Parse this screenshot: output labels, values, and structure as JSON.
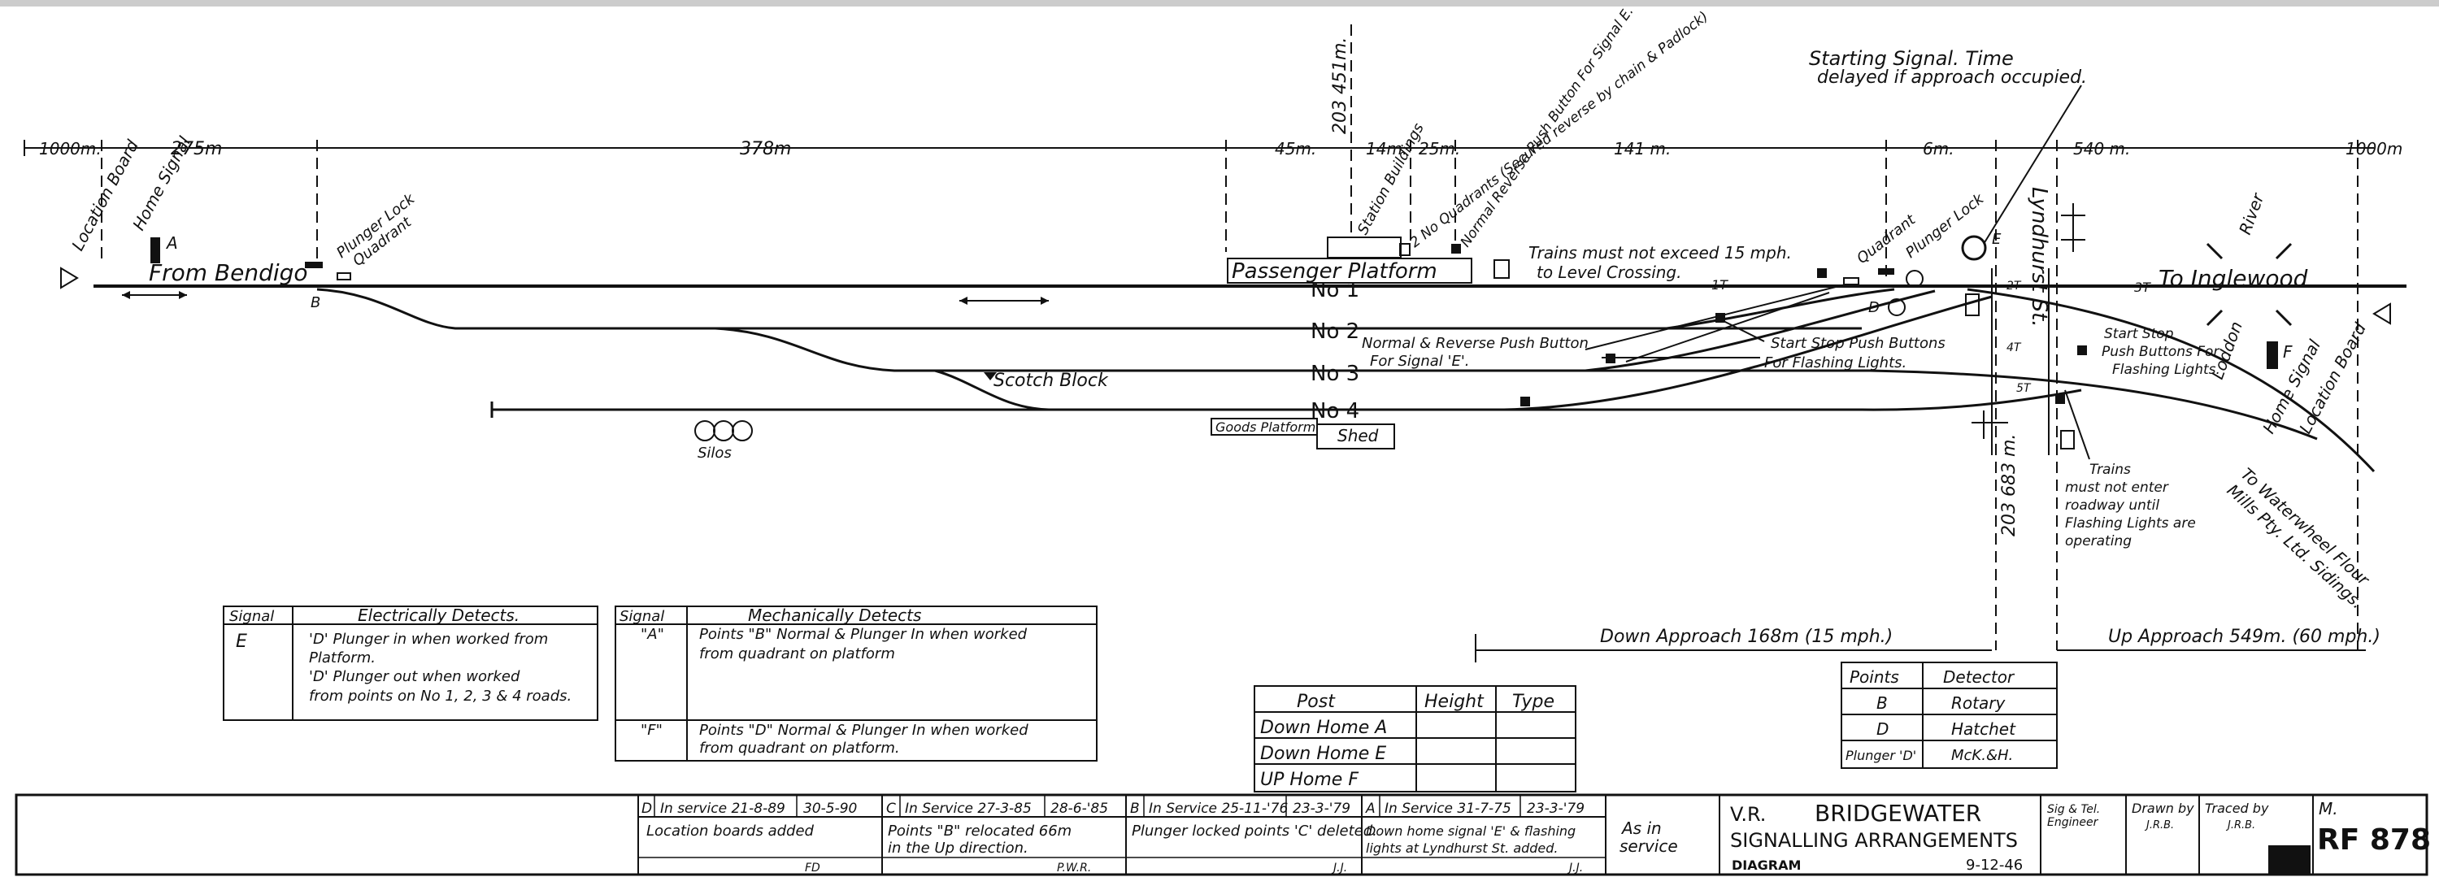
{
  "dims": {
    "d1000a": "1000m.",
    "d275": "275m",
    "d378": "378m",
    "d45": "45m.",
    "d14": "14m.",
    "d25": "25m.",
    "d141": "141 m.",
    "d6": "6m.",
    "d540": "540 m.",
    "d1000b": "1000m",
    "d203451": "203 451m.",
    "d203683": "203 683 m."
  },
  "labels": {
    "location_board_left": "Location Board",
    "home_signal_left": "Home Signal",
    "sig_a": "A",
    "from_bendigo": "From Bendigo",
    "plunger_lock_left": "Plunger Lock",
    "quadrant_left": "Quadrant",
    "points_b": "B",
    "station_buildings": "Station Buildings",
    "quadrants_note": "2 No Quadrants (Secured reverse by chain & Padlock)",
    "push_button_note": "Normal Reverse Push Button For Signal E.",
    "trains_15mph": "Trains must not exceed 15 mph. to Level Crossing.",
    "passenger_platform": "Passenger Platform",
    "road1": "No 1",
    "road2": "No 2",
    "road3": "No 3",
    "road4": "No 4",
    "scotch_block": "Scotch Block",
    "silos": "Silos",
    "goods_platform": "Goods Platform",
    "shed": "Shed",
    "normal_reverse_pb": "Normal & Reverse Push Button For Signal 'E'.",
    "start_stop_pb": "Start Stop Push Buttons For Flashing Lights.",
    "starting_signal": "Starting Signal. Time",
    "starting_signal2": "delayed if approach occupied.",
    "quadrant_right": "Quadrant",
    "plunger_lock_right": "Plunger Lock",
    "sig_e": "E",
    "points_d": "D",
    "lyndhurst": "Lyndhurst St.",
    "track_1t": "1T",
    "track_3t": "3T",
    "track_2t": "2T",
    "track_4t": "4T",
    "track_5t": "5T",
    "to_inglewood": "To Inglewood",
    "river": "River",
    "loddon": "Loddon",
    "sig_f": "F",
    "home_signal_right": "Home Signal",
    "location_board_right": "Location Board",
    "start_stop_right": "Start Stop Push Buttons For Flashing Lights.",
    "trains_not_enter": "Trains must not enter roadway until Flashing Lights are operating",
    "to_waterwheel": "To Waterwheel Flour Mills Pty. Ltd. Sidings.",
    "down_approach": "Down Approach 168m (15 mph.)",
    "up_approach": "Up Approach 549m. (60 mph.)"
  },
  "elec_table": {
    "headers": [
      "Signal",
      "Electrically Detects."
    ],
    "signal": "E",
    "lines": [
      "'D' Plunger in when worked from",
      "Platform.",
      "'D' Plunger out when worked",
      "from points on No 1, 2, 3 & 4 roads."
    ]
  },
  "mech_table": {
    "headers": [
      "Signal",
      "Mechanically Detects"
    ],
    "rows": [
      {
        "signal": "\"A\"",
        "lines": [
          "Points \"B\" Normal & Plunger In when worked",
          "from quadrant on platform"
        ]
      },
      {
        "signal": "\"F\"",
        "lines": [
          "Points \"D\" Normal & Plunger In when worked",
          "from quadrant on platform."
        ]
      }
    ]
  },
  "post_table": {
    "headers": [
      "Post",
      "Height",
      "Type"
    ],
    "rows": [
      "Down Home A",
      "Down Home E",
      "UP Home F"
    ]
  },
  "points_table": {
    "headers": [
      "Points",
      "Detector"
    ],
    "rows": [
      [
        "B",
        "Rotary"
      ],
      [
        "D",
        "Hatchet"
      ],
      [
        "Plunger 'D'",
        "McK.&H."
      ]
    ]
  },
  "title_block": {
    "rev_d": {
      "letter": "D",
      "text": "In service 21-8-89",
      "date2": "30-5-90",
      "desc": "Location boards added",
      "init": "FD"
    },
    "rev_c": {
      "letter": "C",
      "text": "In Service 27-3-85",
      "date2": "28-6-'85",
      "desc1": "Points \"B\" relocated 66m",
      "desc2": "in the Up direction.",
      "init": "P.W.R."
    },
    "rev_b": {
      "letter": "B",
      "text": "In Service 25-11-'76",
      "date2": "23-3-'79",
      "desc": "Plunger locked points 'C' deleted.",
      "init": "J.J."
    },
    "rev_a": {
      "letter": "A",
      "text": "In Service 31-7-75",
      "date2": "23-3-'79",
      "desc1": "Down home signal 'E' & flashing",
      "desc2": "lights at Lyndhurst St. added.",
      "init": "J.J."
    },
    "as_in_service": "As in service",
    "vr": "V.R.",
    "station": "BRIDGEWATER",
    "subtitle": "SIGNALLING ARRANGEMENTS",
    "diagram": "DIAGRAM",
    "date": "9-12-46",
    "sig_tel": "Sig & Tel. Engineer",
    "drawn_by": "Drawn by",
    "drawn_init": "J.R.B.",
    "traced_by": "Traced by",
    "traced_init": "J.R.B.",
    "m_label": "M.",
    "rf": "RF 878"
  }
}
